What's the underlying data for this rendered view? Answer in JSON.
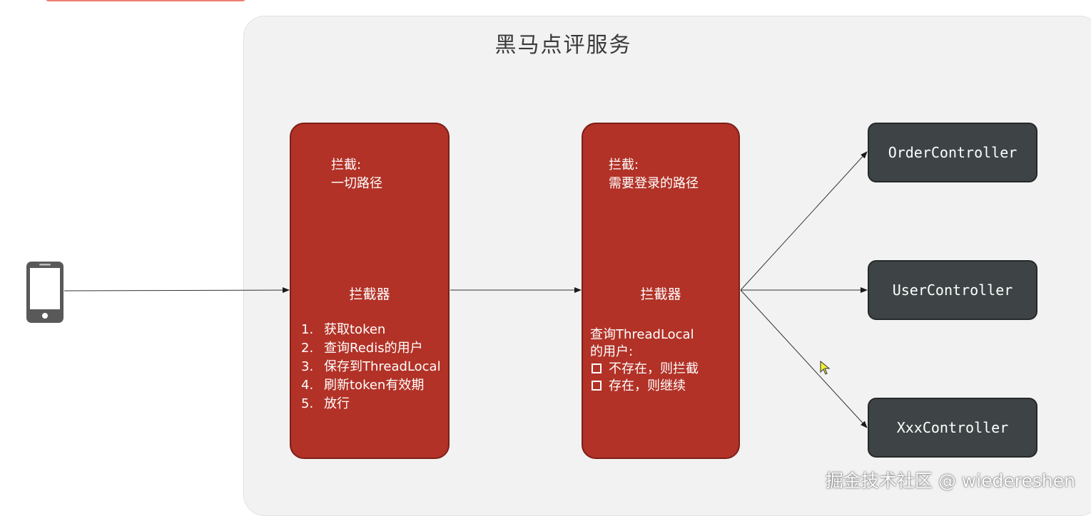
{
  "service": {
    "title": "黑马点评服务"
  },
  "interceptor1": {
    "scope_line1": "拦截:",
    "scope_line2": "一切路径",
    "label": "拦截器",
    "steps": [
      {
        "num": "1.",
        "text": "获取token"
      },
      {
        "num": "2.",
        "text": "查询Redis的用户"
      },
      {
        "num": "3.",
        "text": "保存到ThreadLocal"
      },
      {
        "num": "4.",
        "text": "刷新token有效期"
      },
      {
        "num": "5.",
        "text": "放行"
      }
    ]
  },
  "interceptor2": {
    "scope_line1": "拦截:",
    "scope_line2": "需要登录的路径",
    "label": "拦截器",
    "desc_line1": "查询ThreadLocal",
    "desc_line2": "的用户:",
    "options": [
      "不存在，则拦截",
      "存在，则继续"
    ]
  },
  "controllers": [
    "OrderController",
    "UserController",
    "XxxController"
  ],
  "client": {
    "icon": "mobile-phone-icon"
  },
  "watermark": "掘金技术社区 @ wiedereshen",
  "colors": {
    "interceptor_fill": "#b23227",
    "controller_fill": "#3e4445",
    "panel_fill": "#f2f2f2",
    "arrow": "#333333"
  }
}
